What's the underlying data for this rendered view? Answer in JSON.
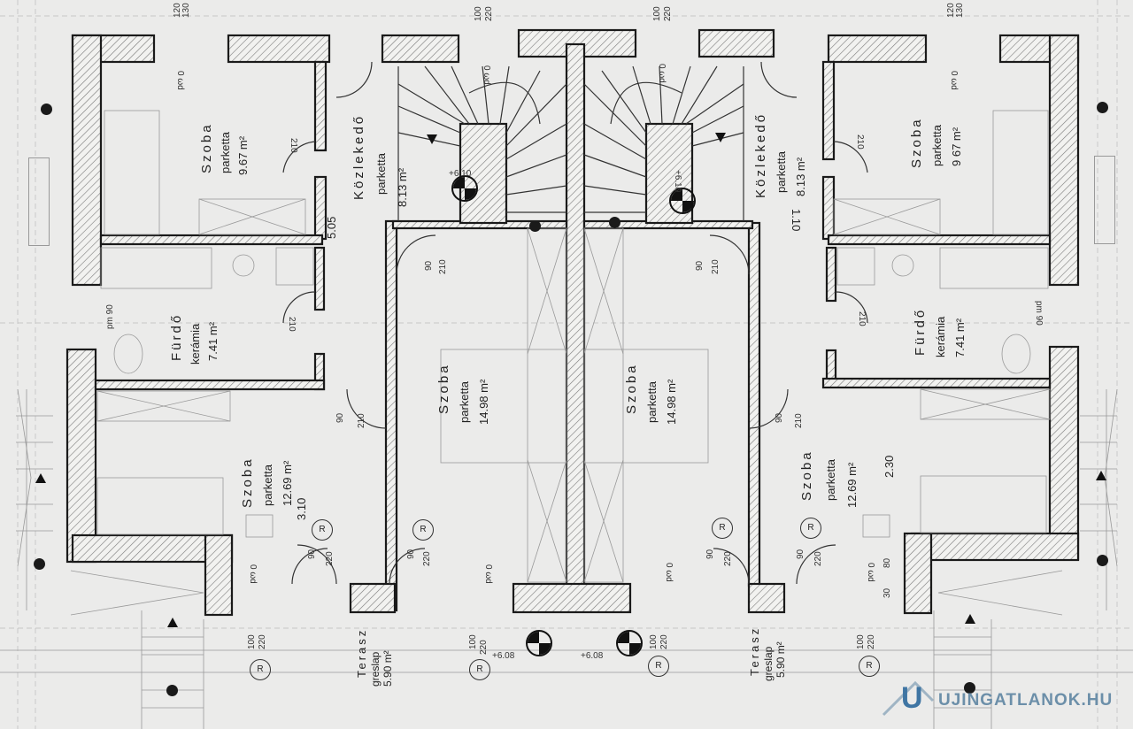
{
  "rooms": {
    "left_top_room": {
      "name": "Szoba",
      "floor": "parketta",
      "area": "9.67 m²"
    },
    "left_corridor": {
      "name": "Közlekedő",
      "floor": "parketta",
      "area": "8.13 m²",
      "dim": "5.05"
    },
    "left_bath": {
      "name": "Fürdő",
      "floor": "kerámia",
      "area": "7.41 m²"
    },
    "left_bottom_room": {
      "name": "Szoba",
      "floor": "parketta",
      "area": "12.69 m²",
      "dim": "3.10"
    },
    "left_center_room": {
      "name": "Szoba",
      "floor": "parketta",
      "area": "14.98 m²"
    },
    "right_center_room": {
      "name": "Szoba",
      "floor": "parketta",
      "area": "14.98 m²"
    },
    "right_corridor": {
      "name": "Közlekedő",
      "floor": "parketta",
      "area": "8.13 m²",
      "dim": "1.10"
    },
    "right_top_room": {
      "name": "Szoba",
      "floor": "parketta",
      "area": "9 67 m²"
    },
    "right_bath": {
      "name": "Fürdő",
      "floor": "kerámia",
      "area": "7.41 m²"
    },
    "right_bottom_room": {
      "name": "Szoba",
      "floor": "parketta",
      "area": "12.69 m²",
      "dim": "2.30"
    },
    "left_terrace": {
      "name": "Terasz",
      "floor": "greslap",
      "area": "5.90 m²"
    },
    "right_terrace": {
      "name": "Terasz",
      "floor": "greslap",
      "area": "5.90 m²"
    }
  },
  "marks": {
    "parapet": "pm 90",
    "door_90": "90",
    "door_210": "210",
    "door_220": "220",
    "door_100": "100",
    "win_120": "120",
    "win_130": "130",
    "level_stair": "+6.10",
    "level_terrace": "+6.08",
    "dim_80": "80",
    "dim_30": "30",
    "radiator": "R",
    "rad_height": "0 ωd"
  },
  "watermark": {
    "logo": "U",
    "text": "UJINGATLANOK.HU"
  },
  "colors": {
    "wall": "#1a1a1a",
    "hatch": "#7a7a7a",
    "paper": "#ebebea",
    "watermark": "#3f75a3"
  }
}
